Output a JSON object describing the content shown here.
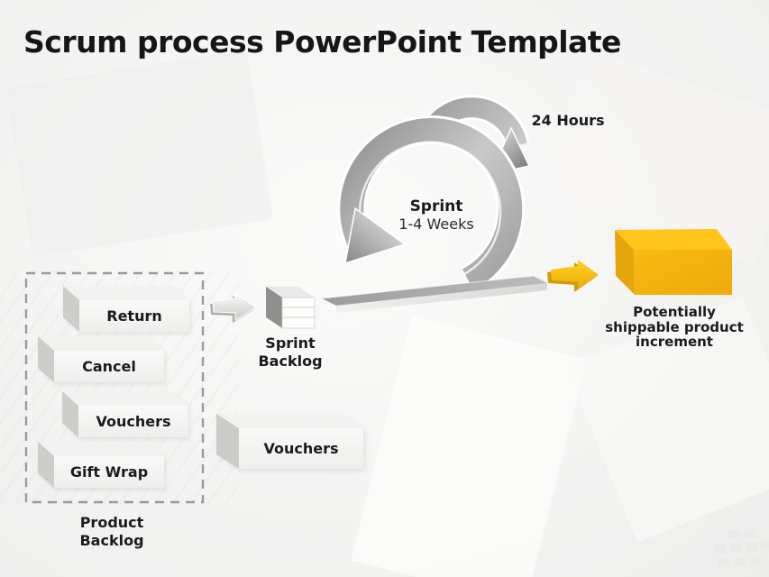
{
  "slide": {
    "title": "Scrum process PowerPoint Template"
  },
  "product_backlog": {
    "title": "Product\nBacklog",
    "items": [
      {
        "label": "Return"
      },
      {
        "label": "Cancel"
      },
      {
        "label": "Vouchers"
      },
      {
        "label": "Gift Wrap"
      }
    ]
  },
  "sprint_backlog": {
    "title": "Sprint\nBacklog",
    "selected_item": "Vouchers"
  },
  "sprint": {
    "label": "Sprint",
    "duration": "1-4 Weeks",
    "daily_cycle": "24 Hours"
  },
  "output": {
    "label": "Potentially\nshippable product\nincrement"
  },
  "colors": {
    "accent_yellow": "#F2AE0E",
    "shape_gray": "#ADADAD",
    "text": "#1B1B1B"
  }
}
